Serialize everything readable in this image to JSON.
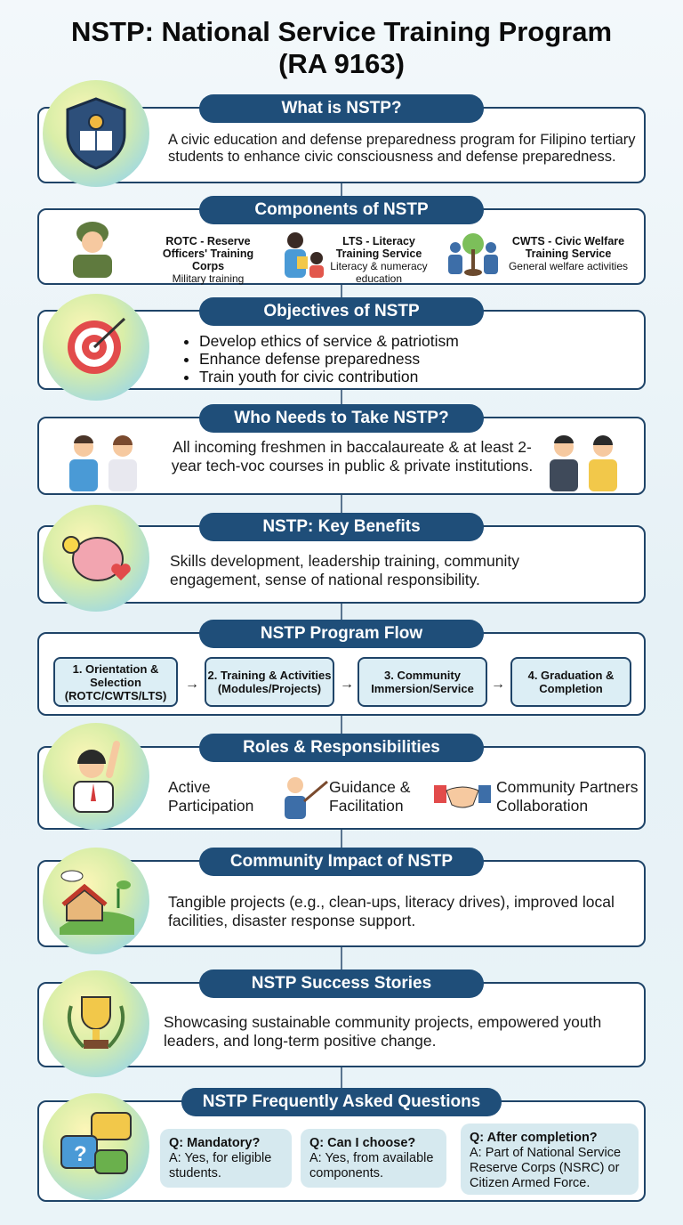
{
  "title": {
    "line1": "NSTP: National Service Training Program",
    "line2": "(RA 9163)"
  },
  "what": {
    "heading": "What is NSTP?",
    "text": "A civic education and defense preparedness program for Filipino tertiary students to enhance civic consciousness and defense preparedness."
  },
  "components": {
    "heading": "Components of NSTP",
    "items": [
      {
        "name": "ROTC - Reserve Officers' Training Corps",
        "desc": "Military training"
      },
      {
        "name": "LTS - Literacy Training Service",
        "desc": "Literacy & numeracy education"
      },
      {
        "name": "CWTS - Civic Welfare Training Service",
        "desc": "General welfare activities"
      }
    ]
  },
  "objectives": {
    "heading": "Objectives of NSTP",
    "items": [
      "Develop ethics of service & patriotism",
      "Enhance defense preparedness",
      "Train youth for civic contribution"
    ]
  },
  "who": {
    "heading": "Who Needs to Take NSTP?",
    "text": "All incoming freshmen in baccalaureate & at least 2-year tech-voc courses in public & private institutions."
  },
  "benefits": {
    "heading": "NSTP: Key Benefits",
    "text": "Skills development, leadership training, community engagement, sense of national responsibility."
  },
  "flow": {
    "heading": "NSTP Program Flow",
    "steps": [
      "1. Orientation & Selection (ROTC/CWTS/LTS)",
      "2. Training & Activities (Modules/Projects)",
      "3. Community Immersion/Service",
      "4. Graduation & Completion"
    ]
  },
  "roles": {
    "heading": "Roles & Responsibilities",
    "items": [
      "Active Participation",
      "Guidance & Facilitation",
      "Community Partners Collaboration"
    ]
  },
  "impact": {
    "heading": "Community Impact of NSTP",
    "text": "Tangible projects (e.g., clean-ups, literacy drives), improved local facilities, disaster response support."
  },
  "success": {
    "heading": "NSTP Success Stories",
    "text": "Showcasing sustainable community projects, empowered youth leaders, and long-term positive change."
  },
  "faq": {
    "heading": "NSTP Frequently Asked Questions",
    "items": [
      {
        "q": "Q: Mandatory?",
        "a": "A: Yes, for eligible students."
      },
      {
        "q": "Q: Can I choose?",
        "a": "A: Yes, from available components."
      },
      {
        "q": "Q: After completion?",
        "a": "A: Part of National Service Reserve Corps (NSRC) or Citizen Armed Force."
      }
    ]
  },
  "colors": {
    "navy": "#1f4e79",
    "faq_bg": "#d6e9ef",
    "step_bg": "#dceef5"
  }
}
